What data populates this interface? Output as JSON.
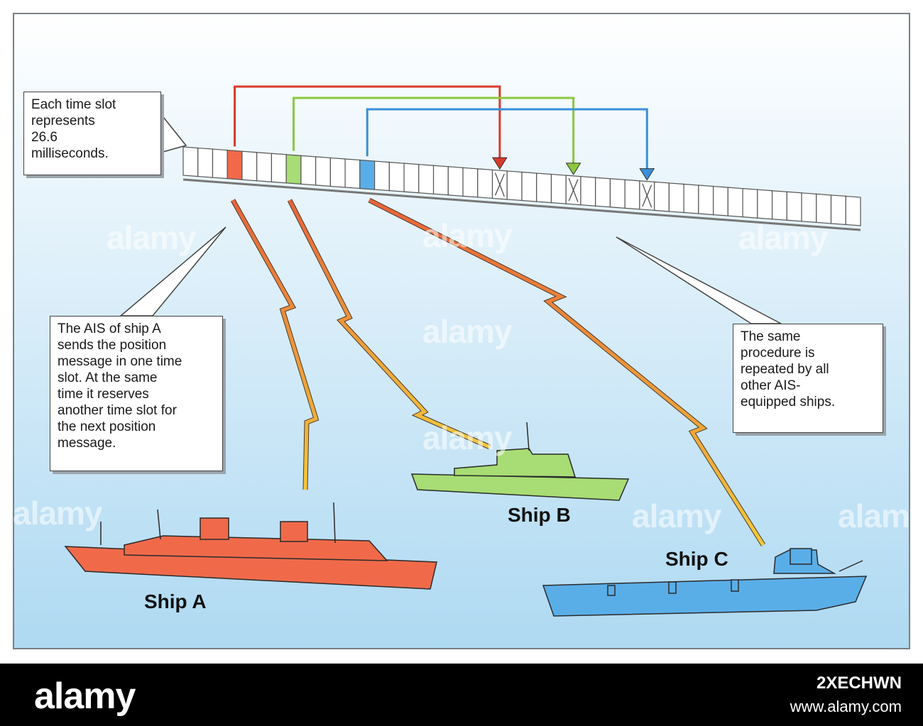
{
  "callouts": {
    "time_slot": "Each time slot\nrepresents\n26.6\nmilliseconds.",
    "ship_a_ais": "The AIS of ship A\nsends the position\nmessage in one time\nslot. At the same\ntime it reserves\nanother time slot for\nthe next position\nmessage.",
    "same_procedure": "The same\nprocedure is\nrepeated by all\nother AIS-\nequipped ships."
  },
  "ships": {
    "a": {
      "label": "Ship A",
      "color": "#f06a4a"
    },
    "b": {
      "label": "Ship B",
      "color": "#a8dc74"
    },
    "c": {
      "label": "Ship C",
      "color": "#5aaee8"
    }
  },
  "colors": {
    "sky_top": "#ffffff",
    "sky_bottom": "#aed9f2",
    "red_link": "#d83a2a",
    "green_link": "#8cc83c",
    "blue_link": "#3a8fd8",
    "bolt_top": "#e8643a",
    "bolt_bottom": "#f2c83a"
  },
  "watermarks": [
    "alamy",
    "alamy",
    "alamy",
    "alamy",
    "alamy",
    "alamy",
    "alamy",
    "alamy"
  ],
  "footer": {
    "logo": "alamy",
    "image_id": "2XECHWN",
    "url": "www.alamy.com"
  }
}
